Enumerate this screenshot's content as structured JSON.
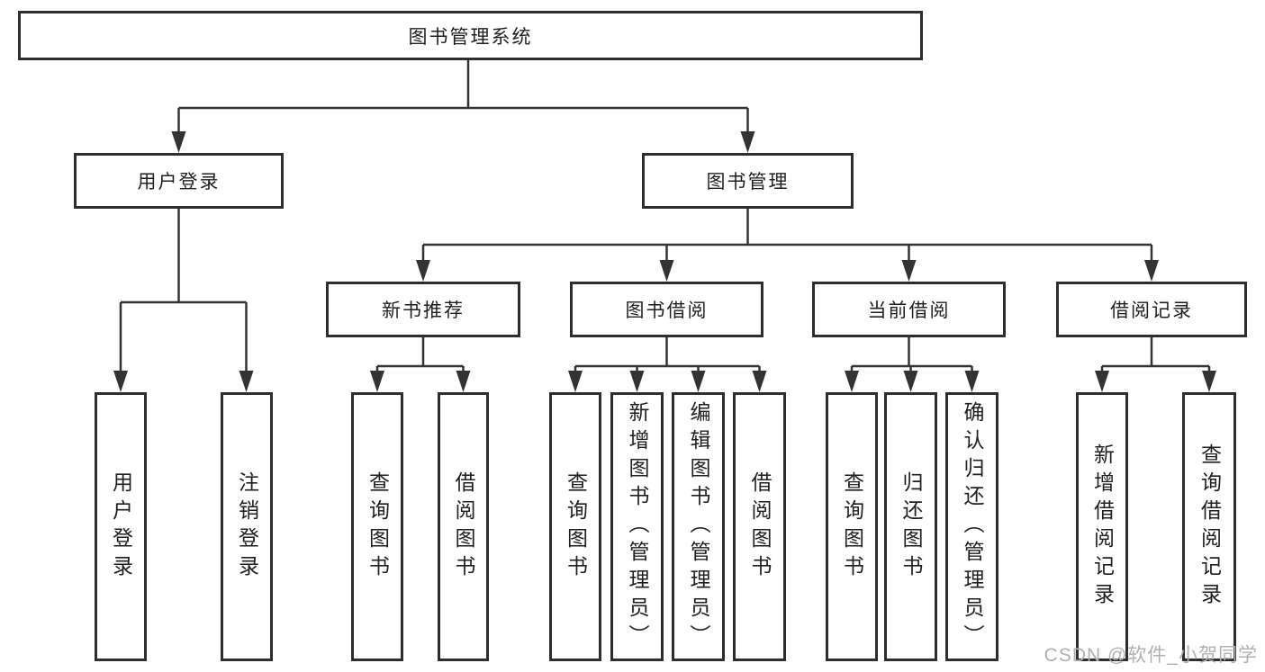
{
  "tree": {
    "label": "图书管理系统",
    "children": [
      {
        "label": "用户登录",
        "children": [
          {
            "label": "用户登录"
          },
          {
            "label": "注销登录"
          }
        ]
      },
      {
        "label": "图书管理",
        "children": [
          {
            "label": "新书推荐",
            "children": [
              {
                "label": "查询图书"
              },
              {
                "label": "借阅图书"
              }
            ]
          },
          {
            "label": "图书借阅",
            "children": [
              {
                "label": "查询图书"
              },
              {
                "label": "新增图书（管理员）"
              },
              {
                "label": "编辑图书（管理员）"
              },
              {
                "label": "借阅图书"
              }
            ]
          },
          {
            "label": "当前借阅",
            "children": [
              {
                "label": "查询图书"
              },
              {
                "label": "归还图书"
              },
              {
                "label": "确认归还（管理员）"
              }
            ]
          },
          {
            "label": "借阅记录",
            "children": [
              {
                "label": "新增借阅记录"
              },
              {
                "label": "查询借阅记录"
              }
            ]
          }
        ]
      }
    ]
  },
  "watermark": {
    "text": "CSDN @软件_小贺同学"
  },
  "colors": {
    "line": "#333333",
    "box_border": "#2e2e2e",
    "box_background": "#ffffff",
    "text": "#1f1f1f",
    "watermark": "#b0b0b0"
  }
}
